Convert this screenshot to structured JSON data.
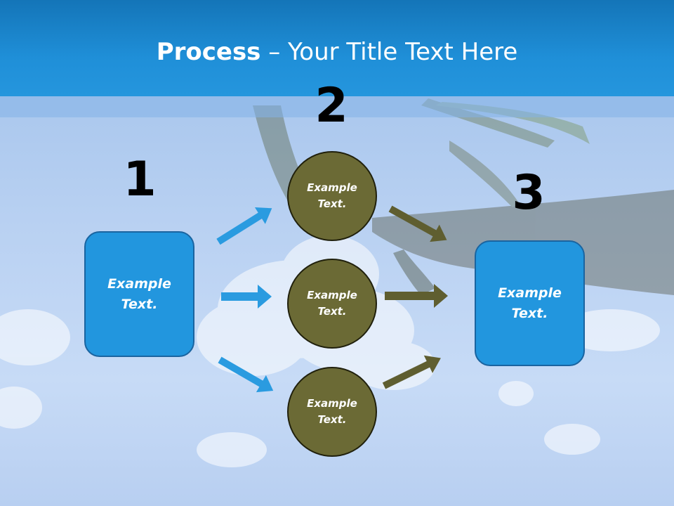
{
  "title": {
    "bold": "Process",
    "rest": " – Your Title Text Here"
  },
  "steps": {
    "one": "1",
    "two": "2",
    "three": "3"
  },
  "left_box": {
    "text": "Example Text."
  },
  "circles": [
    {
      "text": "Example Text."
    },
    {
      "text": "Example Text."
    },
    {
      "text": "Example Text."
    }
  ],
  "right_box": {
    "text": "Example Text."
  },
  "colors": {
    "header": "#1f8fd8",
    "box_fill": "#2296de",
    "circle_fill": "#6b6a35",
    "blue_arrow": "#2a9be0",
    "olive_arrow": "#5f5e30"
  }
}
